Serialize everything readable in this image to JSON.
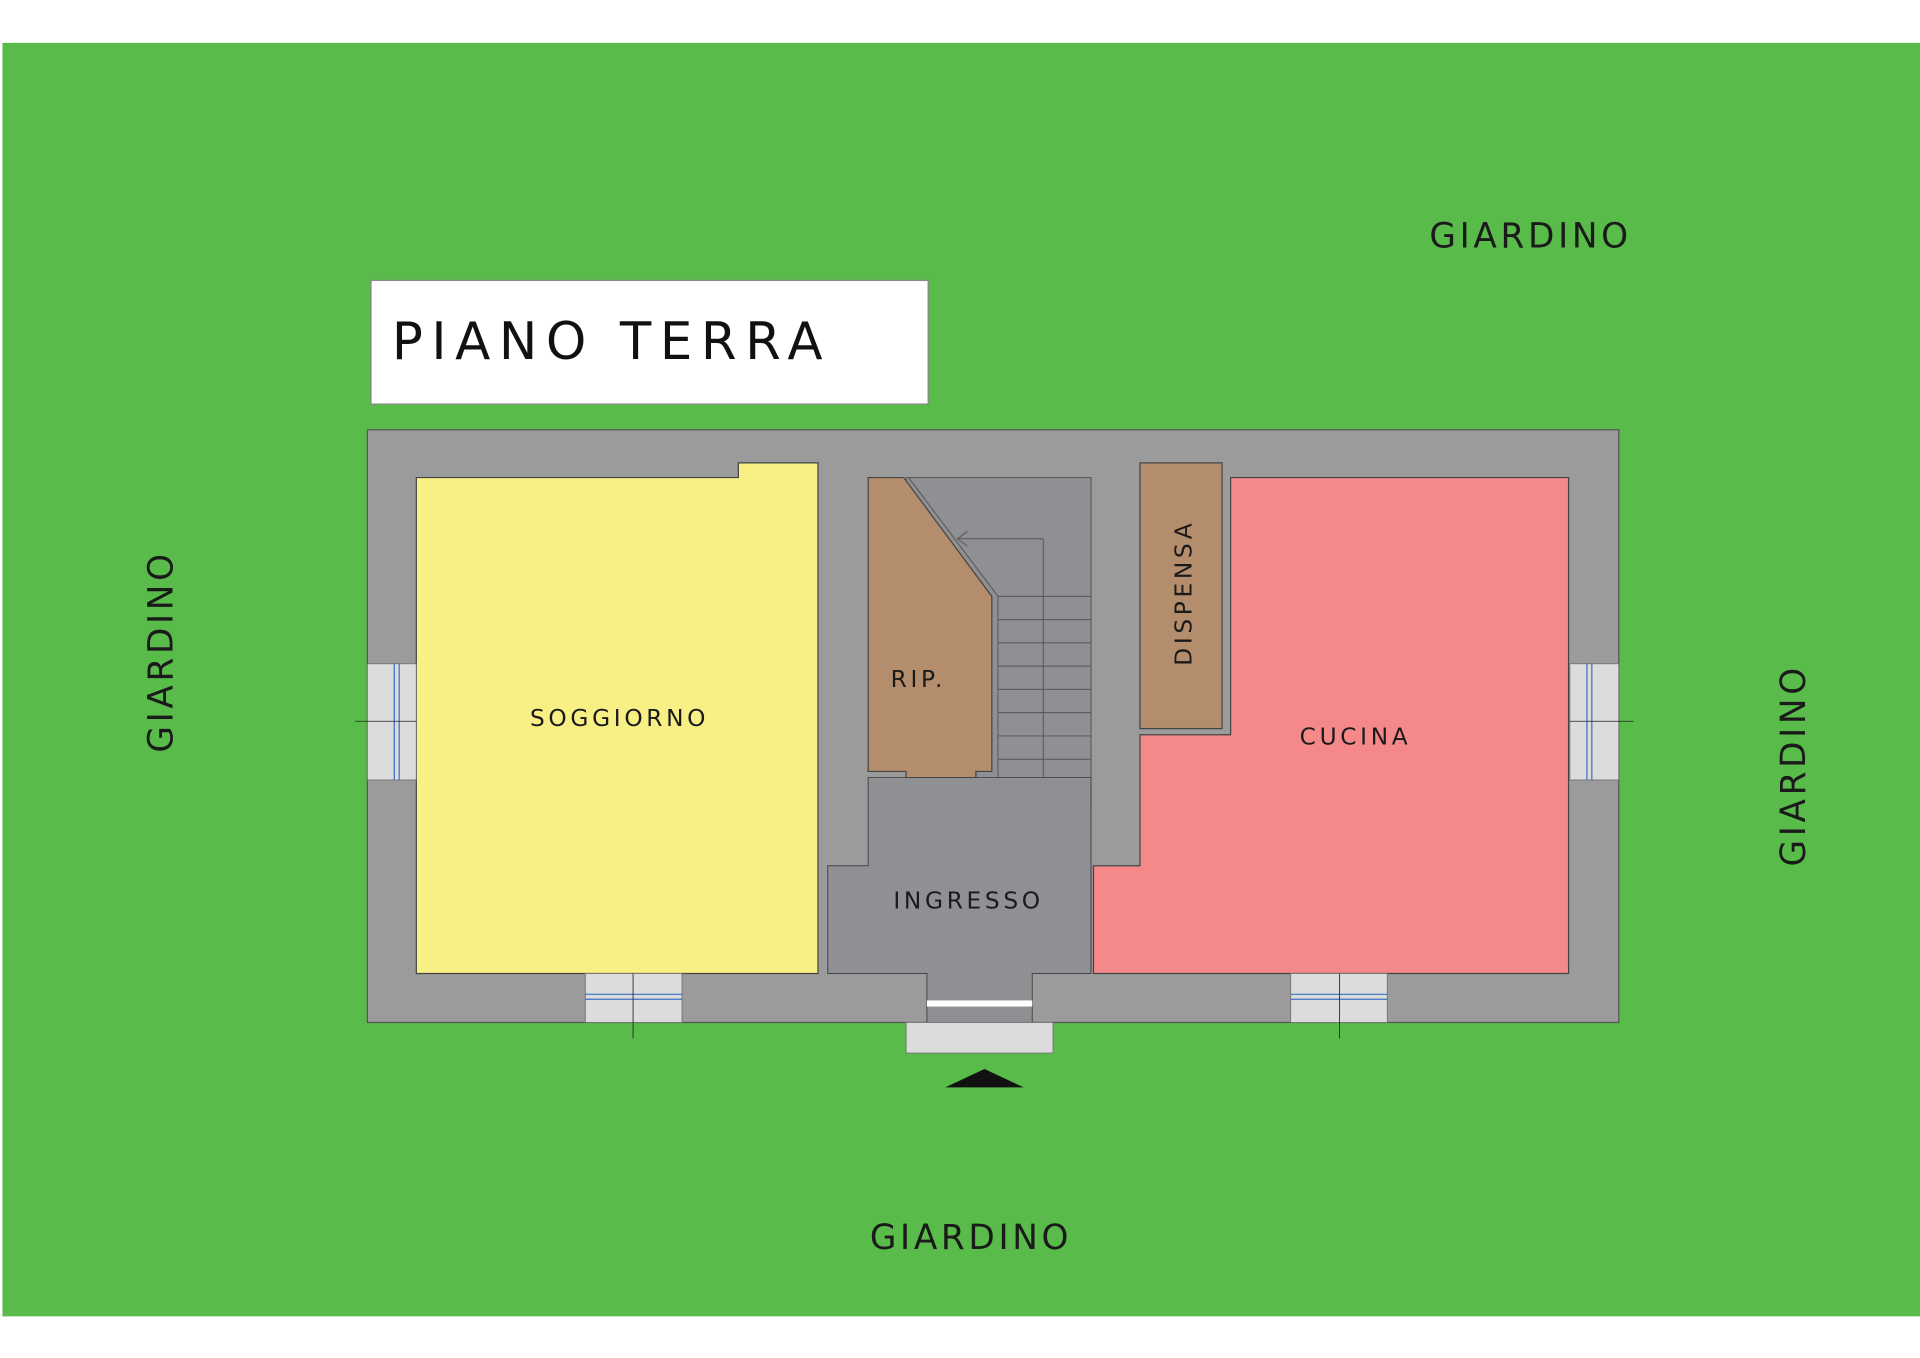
{
  "title": "PIANO TERRA",
  "garden_labels": {
    "top": "GIARDINO",
    "left": "GIARDINO",
    "right": "GIARDINO",
    "bottom": "GIARDINO"
  },
  "rooms": {
    "living": "SOGGIORNO",
    "storage": "RIP.",
    "pantry": "DISPENSA",
    "kitchen": "CUCINA",
    "entrance": "INGRESSO"
  },
  "colors": {
    "garden": "#59bb4a",
    "wall": "#9b9b9b",
    "living": "#f8f085",
    "storage": "#b48e6c",
    "kitchen": "#f5898a",
    "circulation": "#8f9094",
    "window": "#dcdcdc"
  }
}
